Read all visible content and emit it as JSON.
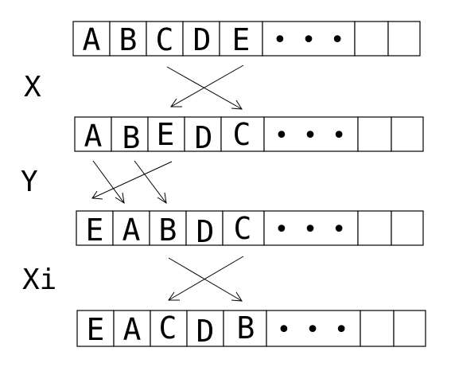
{
  "rows": [
    {
      "cells": [
        "A",
        "B",
        "C",
        "D",
        "E",
        "• • •",
        "",
        ""
      ]
    },
    {
      "cells": [
        "A",
        "B",
        "E",
        "D",
        "C",
        "• • •",
        "",
        ""
      ]
    },
    {
      "cells": [
        "E",
        "A",
        "B",
        "D",
        "C",
        "• • •",
        "",
        ""
      ]
    },
    {
      "cells": [
        "E",
        "A",
        "C",
        "D",
        "B",
        "• • •",
        "",
        ""
      ]
    }
  ],
  "operations": [
    {
      "label": "X"
    },
    {
      "label": "Y"
    },
    {
      "label": "Xi"
    }
  ]
}
